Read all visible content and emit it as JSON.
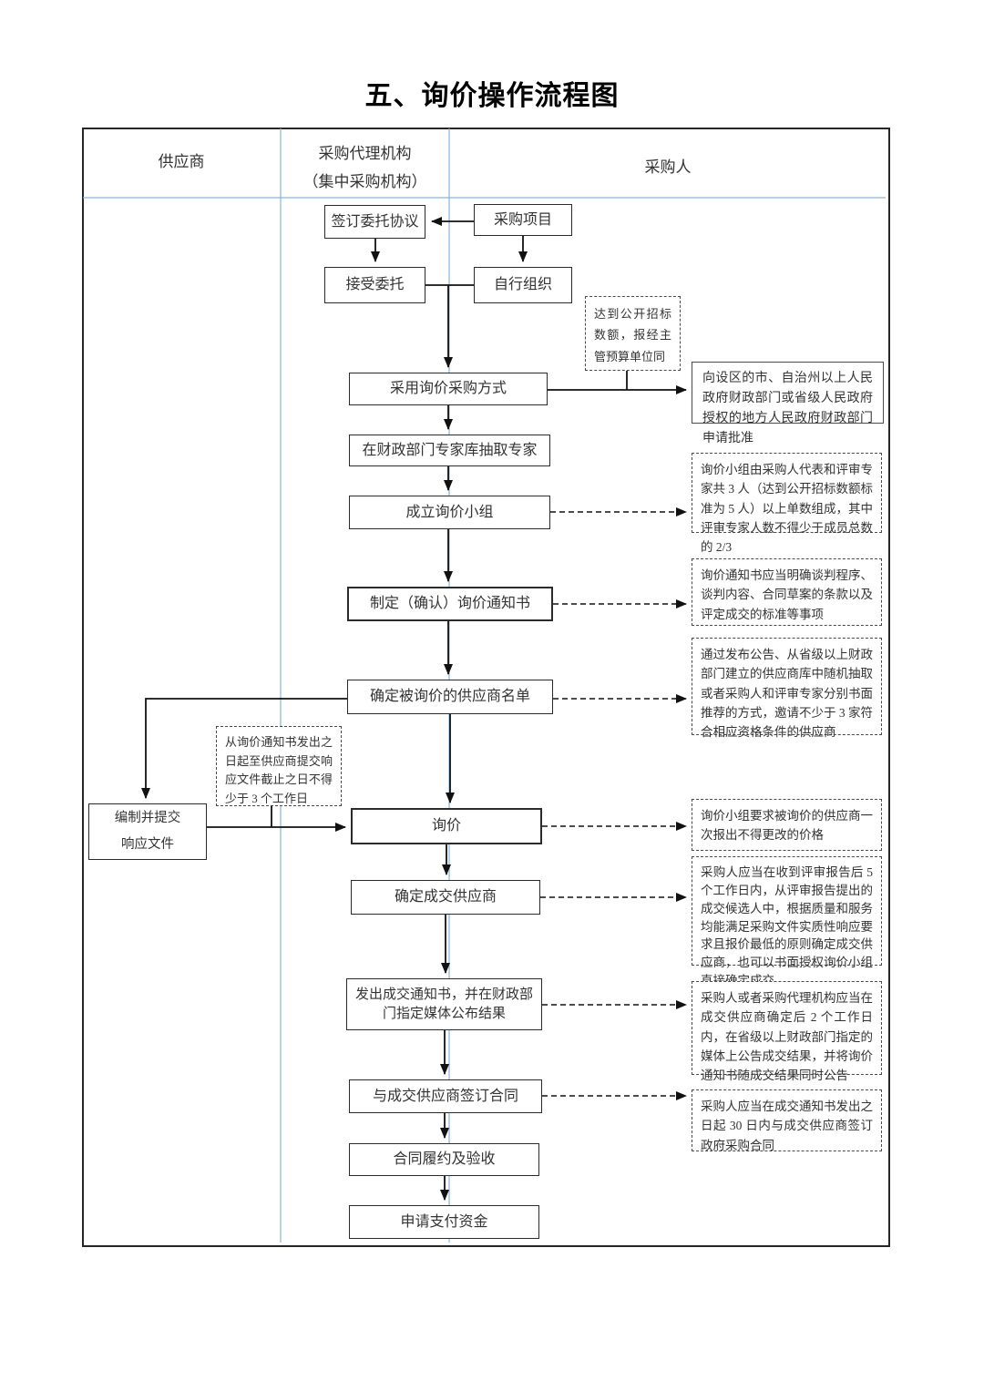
{
  "title": "五、询价操作流程图",
  "lanes": {
    "supplier": "供应商",
    "agency_line1": "采购代理机构",
    "agency_line2": "（集中采购机构）",
    "purchaser": "采购人"
  },
  "nodes": {
    "sign_agreement": "签订委托协议",
    "procurement_project": "采购项目",
    "accept_entrustment": "接受委托",
    "self_organize": "自行组织",
    "adopt_inquiry_method": "采用询价采购方式",
    "extract_experts": "在财政部门专家库抽取专家",
    "establish_inquiry_group": "成立询价小组",
    "make_inquiry_notice": "制定（确认）询价通知书",
    "determine_supplier_list": "确定被询价的供应商名单",
    "inquiry": "询价",
    "determine_deal_supplier": "确定成交供应商",
    "issue_deal_notice": "发出成交通知书，并在财政部门指定媒体公布结果",
    "sign_contract": "与成交供应商签订合同",
    "contract_performance": "合同履约及验收",
    "apply_payment": "申请支付资金",
    "prepare_response_line1": "编制并提交",
    "prepare_response_line2": "响应文件"
  },
  "annotations": {
    "open_tender_threshold": "达到公开招标数额，报经主管预算单位同",
    "apply_approval": "向设区的市、自治州以上人民政府财政部门或省级人民政府授权的地方人民政府财政部门申请批准",
    "inquiry_group_rule": "询价小组由采购人代表和评审专家共 3 人（达到公开招标数额标准为 5 人）以上单数组成，其中评审专家人数不得少于成员总数的 2/3",
    "notice_content_rule": "询价通知书应当明确谈判程序、谈判内容、合同草案的条款以及评定成交的标准等事项",
    "supplier_invite_rule": "通过发布公告、从省级以上财政部门建立的供应商库中随机抽取或者采购人和评审专家分别书面推荐的方式，邀请不少于 3 家符合相应资格条件的供应商",
    "response_deadline_rule": "从询价通知书发出之日起至供应商提交响应文件截止之日不得少于 3 个工作日",
    "one_quote_rule": "询价小组要求被询价的供应商一次报出不得更改的价格",
    "determine_deal_rule": "采购人应当在收到评审报告后 5 个工作日内，从评审报告提出的成交候选人中，根据质量和服务均能满足采购文件实质性响应要求且报价最低的原则确定成交供应商，也可以书面授权询价小组直接确定成交",
    "announce_result_rule": "采购人或者采购代理机构应当在成交供应商确定后 2 个工作日内，在省级以上财政部门指定的媒体上公告成交结果，并将询价通知书随成交结果同时公告",
    "contract_deadline_rule": "采购人应当在成交通知书发出之日起 30 日内与成交供应商签订政府采购合同"
  },
  "colors": {
    "lane_line": "#8ab4dc",
    "box_border": "#2b2b2b",
    "arrow": "#111111",
    "text": "#333333"
  }
}
